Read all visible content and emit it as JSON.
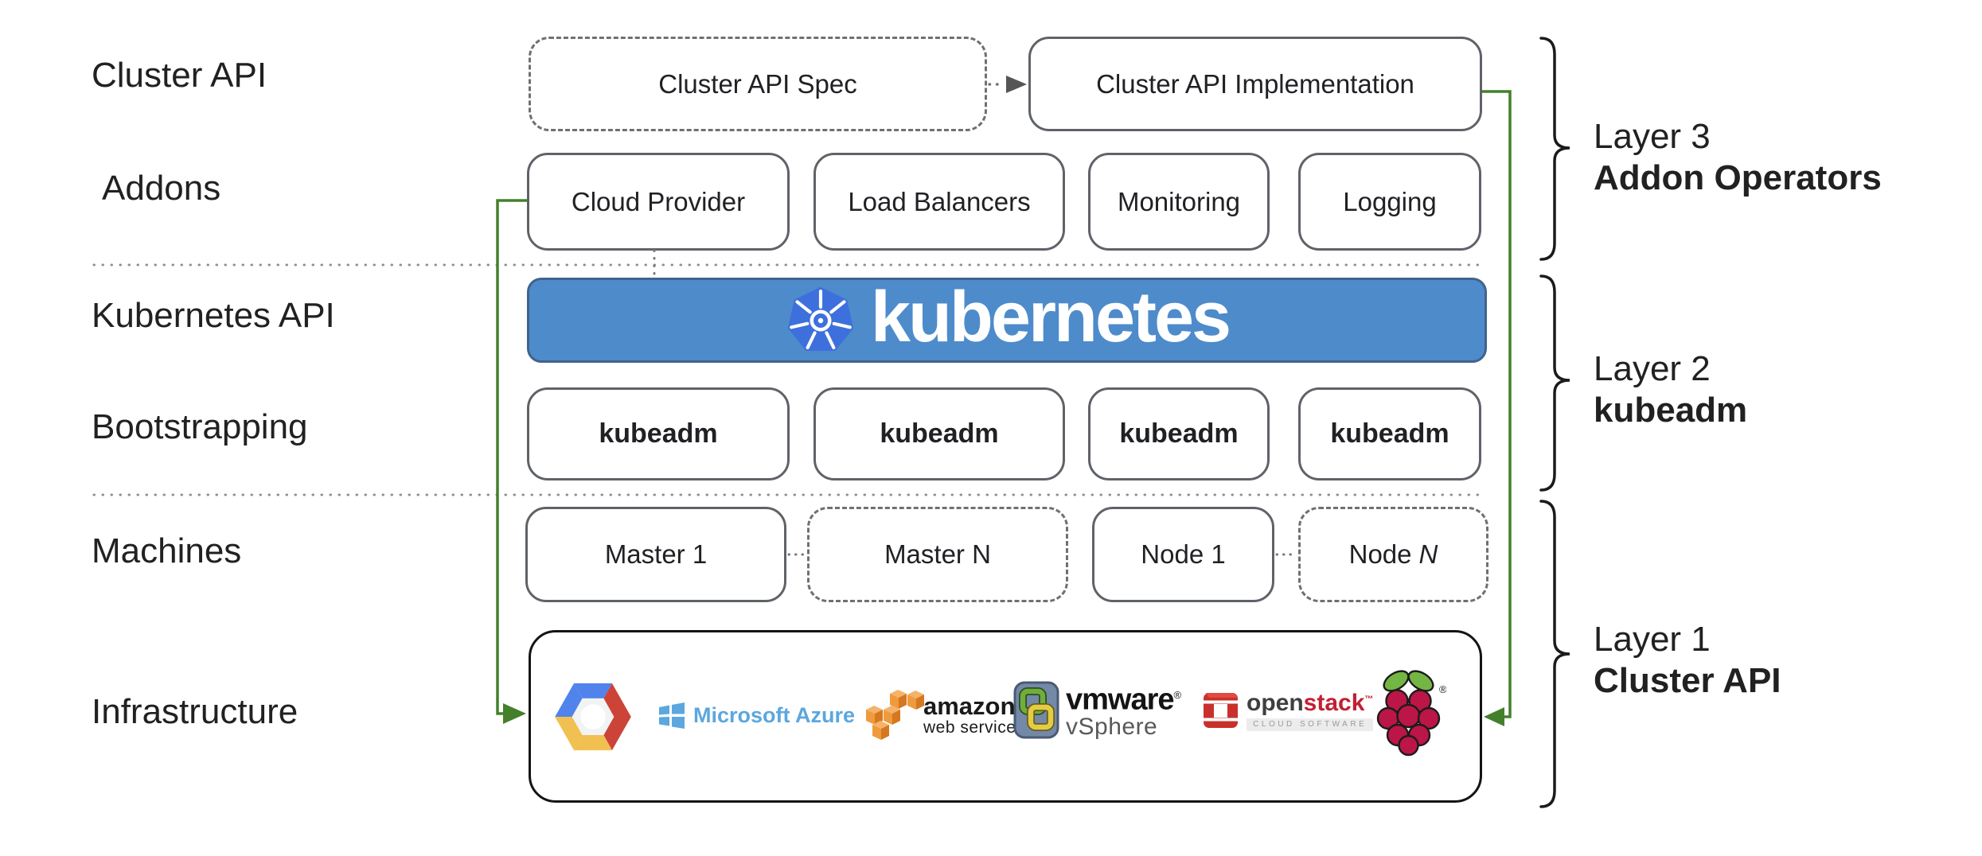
{
  "left_labels": {
    "cluster_api": "Cluster API",
    "addons": "Addons",
    "kubernetes_api": "Kubernetes API",
    "bootstrapping": "Bootstrapping",
    "machines": "Machines",
    "infrastructure": "Infrastructure"
  },
  "top_row": {
    "spec_label": "Cluster API Spec",
    "impl_label": "Cluster API Implementation"
  },
  "addons_row": {
    "boxes": [
      {
        "label": "Cloud Provider"
      },
      {
        "label": "Load Balancers"
      },
      {
        "label": "Monitoring"
      },
      {
        "label": "Logging"
      }
    ]
  },
  "kubernetes_banner": {
    "wordmark": "kubernetes",
    "logo_icon": "kubernetes-wheel-icon"
  },
  "bootstrapping_row": {
    "boxes": [
      {
        "label": "kubeadm"
      },
      {
        "label": "kubeadm"
      },
      {
        "label": "kubeadm"
      },
      {
        "label": "kubeadm"
      }
    ]
  },
  "machines_row": {
    "boxes": [
      {
        "label": "Master 1"
      },
      {
        "label": "Master N"
      },
      {
        "label": "Node 1"
      }
    ],
    "node_n": {
      "prefix": "Node",
      "suffix": "N"
    }
  },
  "infrastructure_row": {
    "logos": [
      "google-cloud-platform-icon",
      "microsoft-azure-logo",
      "amazon-web-services-logo",
      "vmware-vsphere-logo",
      "openstack-logo",
      "raspberry-pi-icon"
    ],
    "azure": {
      "text": "Microsoft Azure"
    },
    "aws": {
      "line1": "amazon",
      "line2": "web services"
    },
    "vmware": {
      "vm": "vm",
      "ware": "ware",
      "reg": "®",
      "sub": "vSphere"
    },
    "openstack": {
      "open": "open",
      "stack": "stack",
      "tm": "™",
      "sub": "CLOUD SOFTWARE"
    }
  },
  "layers": [
    {
      "line1": "Layer 3",
      "line2": "Addon Operators"
    },
    {
      "line1": "Layer 2",
      "line2": "kubeadm"
    },
    {
      "line1": "Layer 1",
      "line2": "Cluster API"
    }
  ],
  "colors": {
    "banner_blue": "#4e8bcb",
    "kubernetes_logo_blue": "#3e70dd",
    "connector_green": "#44802b",
    "box_border_gray": "#5f6368",
    "azure_blue": "#5ba7de",
    "aws_orange": "#e8882d",
    "openstack_red": "#c12033",
    "gcp_blue": "#5083ec",
    "gcp_red": "#cc4437",
    "gcp_yellow": "#f0c050",
    "raspberry_red": "#bc1547",
    "raspberry_green": "#74b643"
  }
}
